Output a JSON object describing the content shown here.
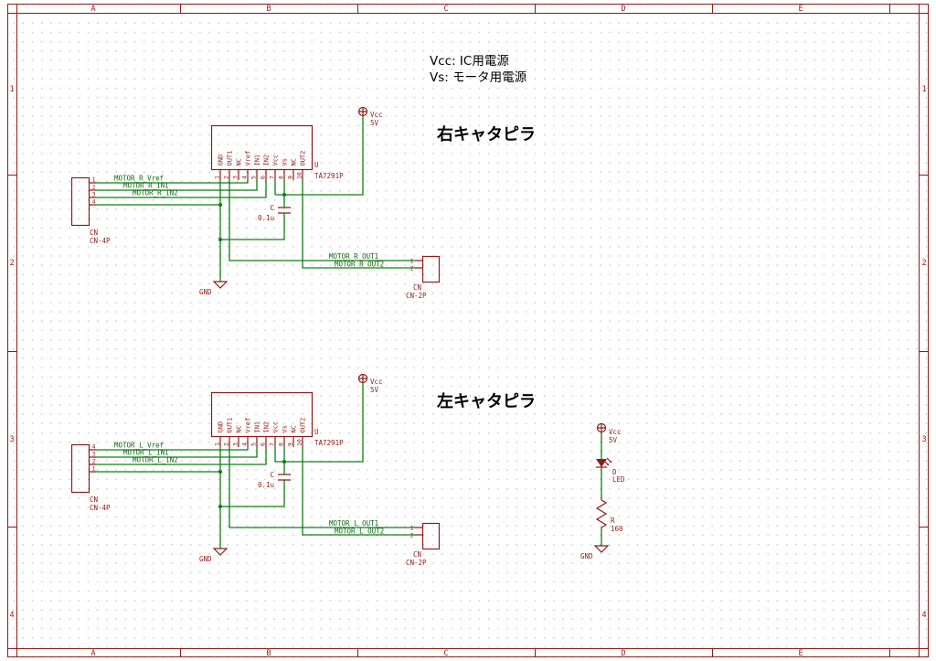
{
  "colors": {
    "symbol": "#8e1c16",
    "net": "#0f8012",
    "net_label": "#0c6a0c",
    "frame": "#8e1c16",
    "title_text": "#000000",
    "background": "#ffffff",
    "grid_dot": "#cbcbcb"
  },
  "frame": {
    "columns": [
      "A",
      "B",
      "C",
      "D",
      "E"
    ],
    "rows": [
      "1",
      "2",
      "3",
      "4"
    ]
  },
  "notes": {
    "line1": "Vcc: IC用電源",
    "line2": "Vs: モータ用電源"
  },
  "titles": {
    "right": "右キャタピラ",
    "left": "左キャタピラ"
  },
  "ic": {
    "name": "U",
    "value": "TA7291P",
    "pin_numbers": [
      "1",
      "2",
      "3",
      "4",
      "5",
      "6",
      "7",
      "8",
      "9",
      "10"
    ],
    "pin_names": [
      "GND",
      "OUT1",
      "NC",
      "Vref",
      "IN1",
      "IN2",
      "Vcc",
      "Vs",
      "NC",
      "OUT2"
    ]
  },
  "power": {
    "vcc": "Vcc",
    "vcc_voltage": "5V",
    "gnd": "GND"
  },
  "capacitor": {
    "name": "C",
    "value": "0.1u"
  },
  "connectors": {
    "cn4p": {
      "name": "CN",
      "value": "CN-4P",
      "pins_right": [
        "1",
        "2",
        "3",
        "4"
      ],
      "pins_left": [
        "4",
        "3",
        "2",
        "1"
      ]
    },
    "cn2p": {
      "name": "CN",
      "value": "CN-2P",
      "pins": [
        "1",
        "2"
      ]
    }
  },
  "nets": {
    "right": {
      "vref": "MOTOR_R_Vref",
      "in1": "MOTOR_R_IN1",
      "in2": "MOTOR_R_IN2",
      "out1": "MOTOR_R_OUT1",
      "out2": "MOTOR_R_OUT2"
    },
    "left": {
      "vref": "MOTOR_L_Vref",
      "in1": "MOTOR_L_IN1",
      "in2": "MOTOR_L_IN2",
      "out1": "MOTOR_L_OUT1",
      "out2": "MOTOR_L_OUT2"
    }
  },
  "led": {
    "name": "D",
    "value": "LED"
  },
  "resistor": {
    "name": "R",
    "value": "160"
  }
}
